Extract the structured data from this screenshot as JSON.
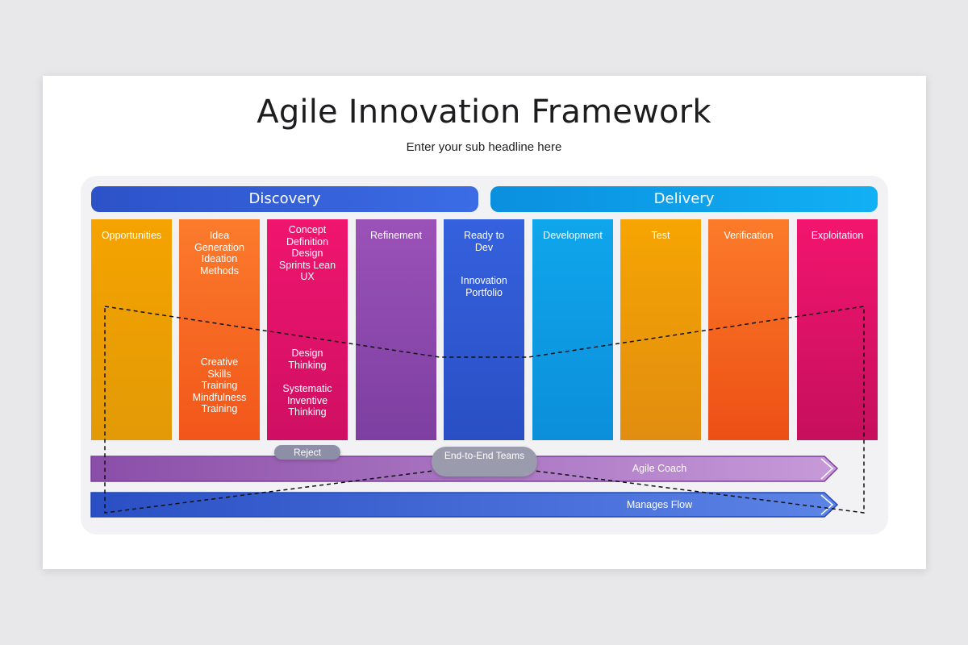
{
  "title": "Agile Innovation Framework",
  "subtitle": "Enter your sub headline here",
  "phases": {
    "discovery": "Discovery",
    "delivery": "Delivery"
  },
  "columns": [
    {
      "top": "Opportunities",
      "bottom": ""
    },
    {
      "top": "Idea Generation Ideation Methods",
      "bottom": "Creative Skills Training Mindfulness Training"
    },
    {
      "top": "Concept Definition Design Sprints Lean UX",
      "bottom": "Design Thinking",
      "bottom2": "Systematic Inventive Thinking"
    },
    {
      "top": "Refinement",
      "bottom": ""
    },
    {
      "top": "Ready to Dev",
      "bottom": "Innovation Portfolio"
    },
    {
      "top": "Development",
      "bottom": ""
    },
    {
      "top": "Test",
      "bottom": ""
    },
    {
      "top": "Verification",
      "bottom": ""
    },
    {
      "top": "Exploitation",
      "bottom": ""
    }
  ],
  "arrows": {
    "agile_coach": "Agile Coach",
    "manages_flow": "Manages Flow"
  },
  "pills": {
    "reject": "Reject",
    "teams": "End-to-End Teams"
  },
  "colors": {
    "discovery": "#3b6ce6",
    "delivery": "#12b0f4",
    "agile_coach_arrow": "#9a58b8",
    "manages_flow_arrow": "#2d55cc"
  }
}
